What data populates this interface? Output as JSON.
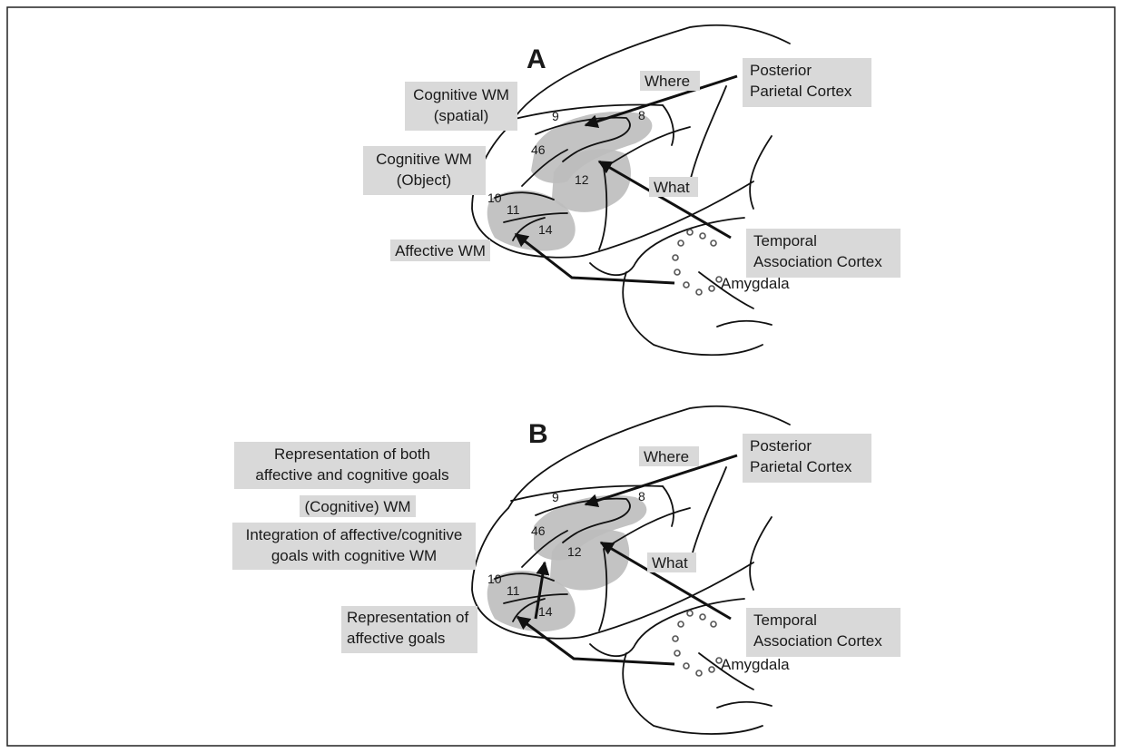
{
  "panel_a": {
    "letter": "A",
    "labels": {
      "cognitive_wm_spatial_1": "Cognitive WM",
      "cognitive_wm_spatial_2": "(spatial)",
      "cognitive_wm_object_1": "Cognitive WM",
      "cognitive_wm_object_2": "(Object)",
      "affective_wm": "Affective WM",
      "where": "Where",
      "what": "What",
      "posterior_parietal_1": "Posterior",
      "posterior_parietal_2": "Parietal  Cortex",
      "temporal_association_1": "Temporal",
      "temporal_association_2": "Association Cortex",
      "amygdala": "Amygdala"
    },
    "areas": {
      "a9": "9",
      "a8": "8",
      "a46": "46",
      "a12": "12",
      "a10": "10",
      "a11": "11",
      "a14": "14"
    }
  },
  "panel_b": {
    "letter": "B",
    "labels": {
      "representation_both_1": "Representation of both",
      "representation_both_2": "affective and cognitive goals",
      "cognitive_wm": "(Cognitive) WM",
      "integration_1": "Integration of affective/cognitive",
      "integration_2": "goals with cognitive WM",
      "representation_affective_1": "Representation of",
      "representation_affective_2": "affective goals",
      "where": "Where",
      "what": "What",
      "posterior_parietal_1": "Posterior",
      "posterior_parietal_2": "Parietal  Cortex",
      "temporal_association_1": "Temporal",
      "temporal_association_2": "Association Cortex",
      "amygdala": "Amygdala"
    },
    "areas": {
      "a9": "9",
      "a8": "8",
      "a46": "46",
      "a12": "12",
      "a10": "10",
      "a11": "11",
      "a14": "14"
    }
  },
  "colors": {
    "highlight": "#d9d9d9",
    "region_fill": "#bdbdbd",
    "line": "#111111"
  }
}
